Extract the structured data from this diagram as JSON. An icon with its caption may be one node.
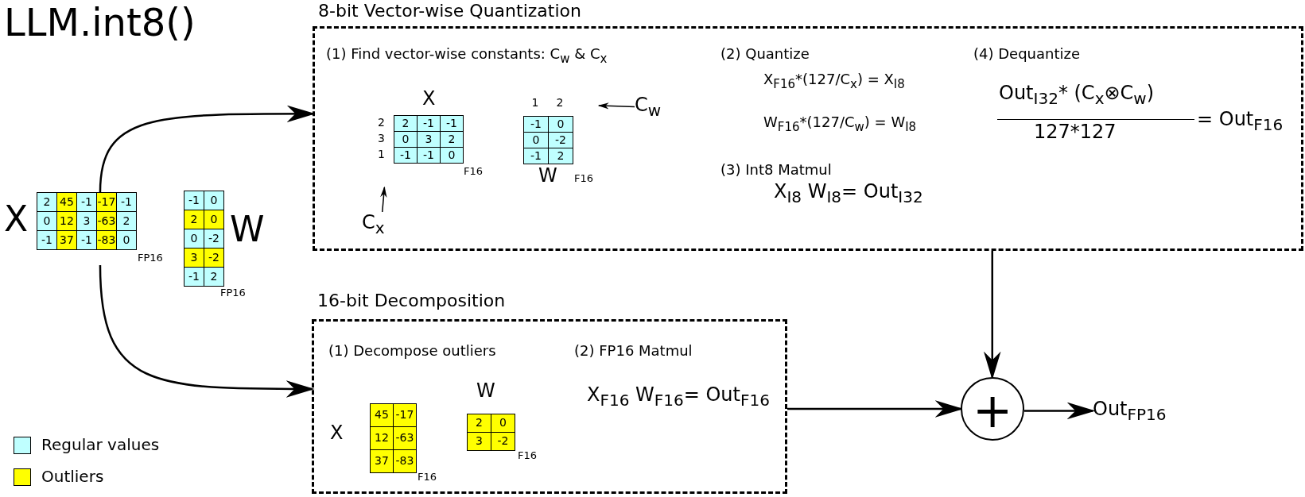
{
  "diagram": {
    "title": "LLM.int8()",
    "nodes": [
      {
        "text": [
          "2",
          "45",
          "-1",
          "-17",
          "-1",
          "0",
          "12",
          "3",
          "-63",
          "2",
          "-1",
          "37",
          "-1",
          "-83",
          "0"
        ],
        "beside": [
          "X",
          "FP16"
        ]
      },
      {
        "text": [
          "-1",
          "0",
          "2",
          "0",
          "0",
          "-2",
          "3",
          "-2",
          "-1",
          "2"
        ],
        "beside": [
          "W",
          "FP16"
        ]
      },
      {
        "text": [
          "8-bit Vector-wise Quantization"
        ]
      },
      {
        "text": [
          "2",
          "-1",
          "-1",
          "0",
          "3",
          "2",
          "-1",
          "-1",
          "0"
        ],
        "beside": [
          "X",
          "2",
          "3",
          "1",
          "F16"
        ],
        "in": 2
      },
      {
        "text": [
          "C$_{x}$"
        ],
        "in": 2
      },
      {
        "text": [
          "-1",
          "0",
          "0",
          "-2",
          "-1",
          "2"
        ],
        "beside": [
          "1",
          "2",
          "W",
          "F16"
        ],
        "in": 2
      },
      {
        "text": [
          "C$_{w}$"
        ],
        "in": 2
      },
      {
        "text": [
          "16-bit Decomposition"
        ]
      },
      {
        "text": [
          "45",
          "-17",
          "12",
          "-63",
          "37",
          "-83"
        ],
        "beside": [
          "X",
          "F16"
        ],
        "in": 7
      },
      {
        "text": [
          "2",
          "0",
          "3",
          "-2"
        ],
        "beside": [
          "W",
          "F16"
        ],
        "in": 7
      },
      {
        "text": [
          "+"
        ]
      },
      {
        "text": [
          "Out$_{FP16}$"
        ]
      }
    ],
    "edges": [
      {
        "from": 0,
        "to": 2,
        "arrow": "to"
      },
      {
        "from": 0,
        "to": 7,
        "arrow": "to"
      },
      {
        "from": 4,
        "to": 3,
        "arrow": "to"
      },
      {
        "from": 6,
        "to": 5,
        "arrow": "to"
      },
      {
        "from": 2,
        "to": 10,
        "arrow": "to"
      },
      {
        "from": 7,
        "to": 10,
        "arrow": "to"
      },
      {
        "from": 10,
        "to": 11,
        "arrow": "to"
      }
    ],
    "labels": [
      "(1) Find vector-wise constants: C$_{w}$ & C$_{x}$",
      "(2) Quantize",
      "X$_{F16}$*(127/C$_{x}$) = X$_{I8}$",
      "W$_{F16}$*(127/C$_{w}$) = W$_{I8}$",
      "(4) Dequantize",
      "Out$_{I32}$* (C$_{x}$⊗C$_{w}$)",
      "127*127",
      "= Out$_{F16}$",
      "(3) Int8 Matmul",
      "X$_{I8}$ W$_{I8}$= Out$_{I32}$",
      "(1) Decompose outliers",
      "(2) FP16 Matmul",
      "X$_{F16}$ W$_{F16}$= Out$_{F16}$"
    ],
    "legend": [
      {
        "text": "Regular values",
        "color": "#bfffff"
      },
      {
        "text": "Outliers",
        "color": "#ffff00"
      }
    ]
  }
}
